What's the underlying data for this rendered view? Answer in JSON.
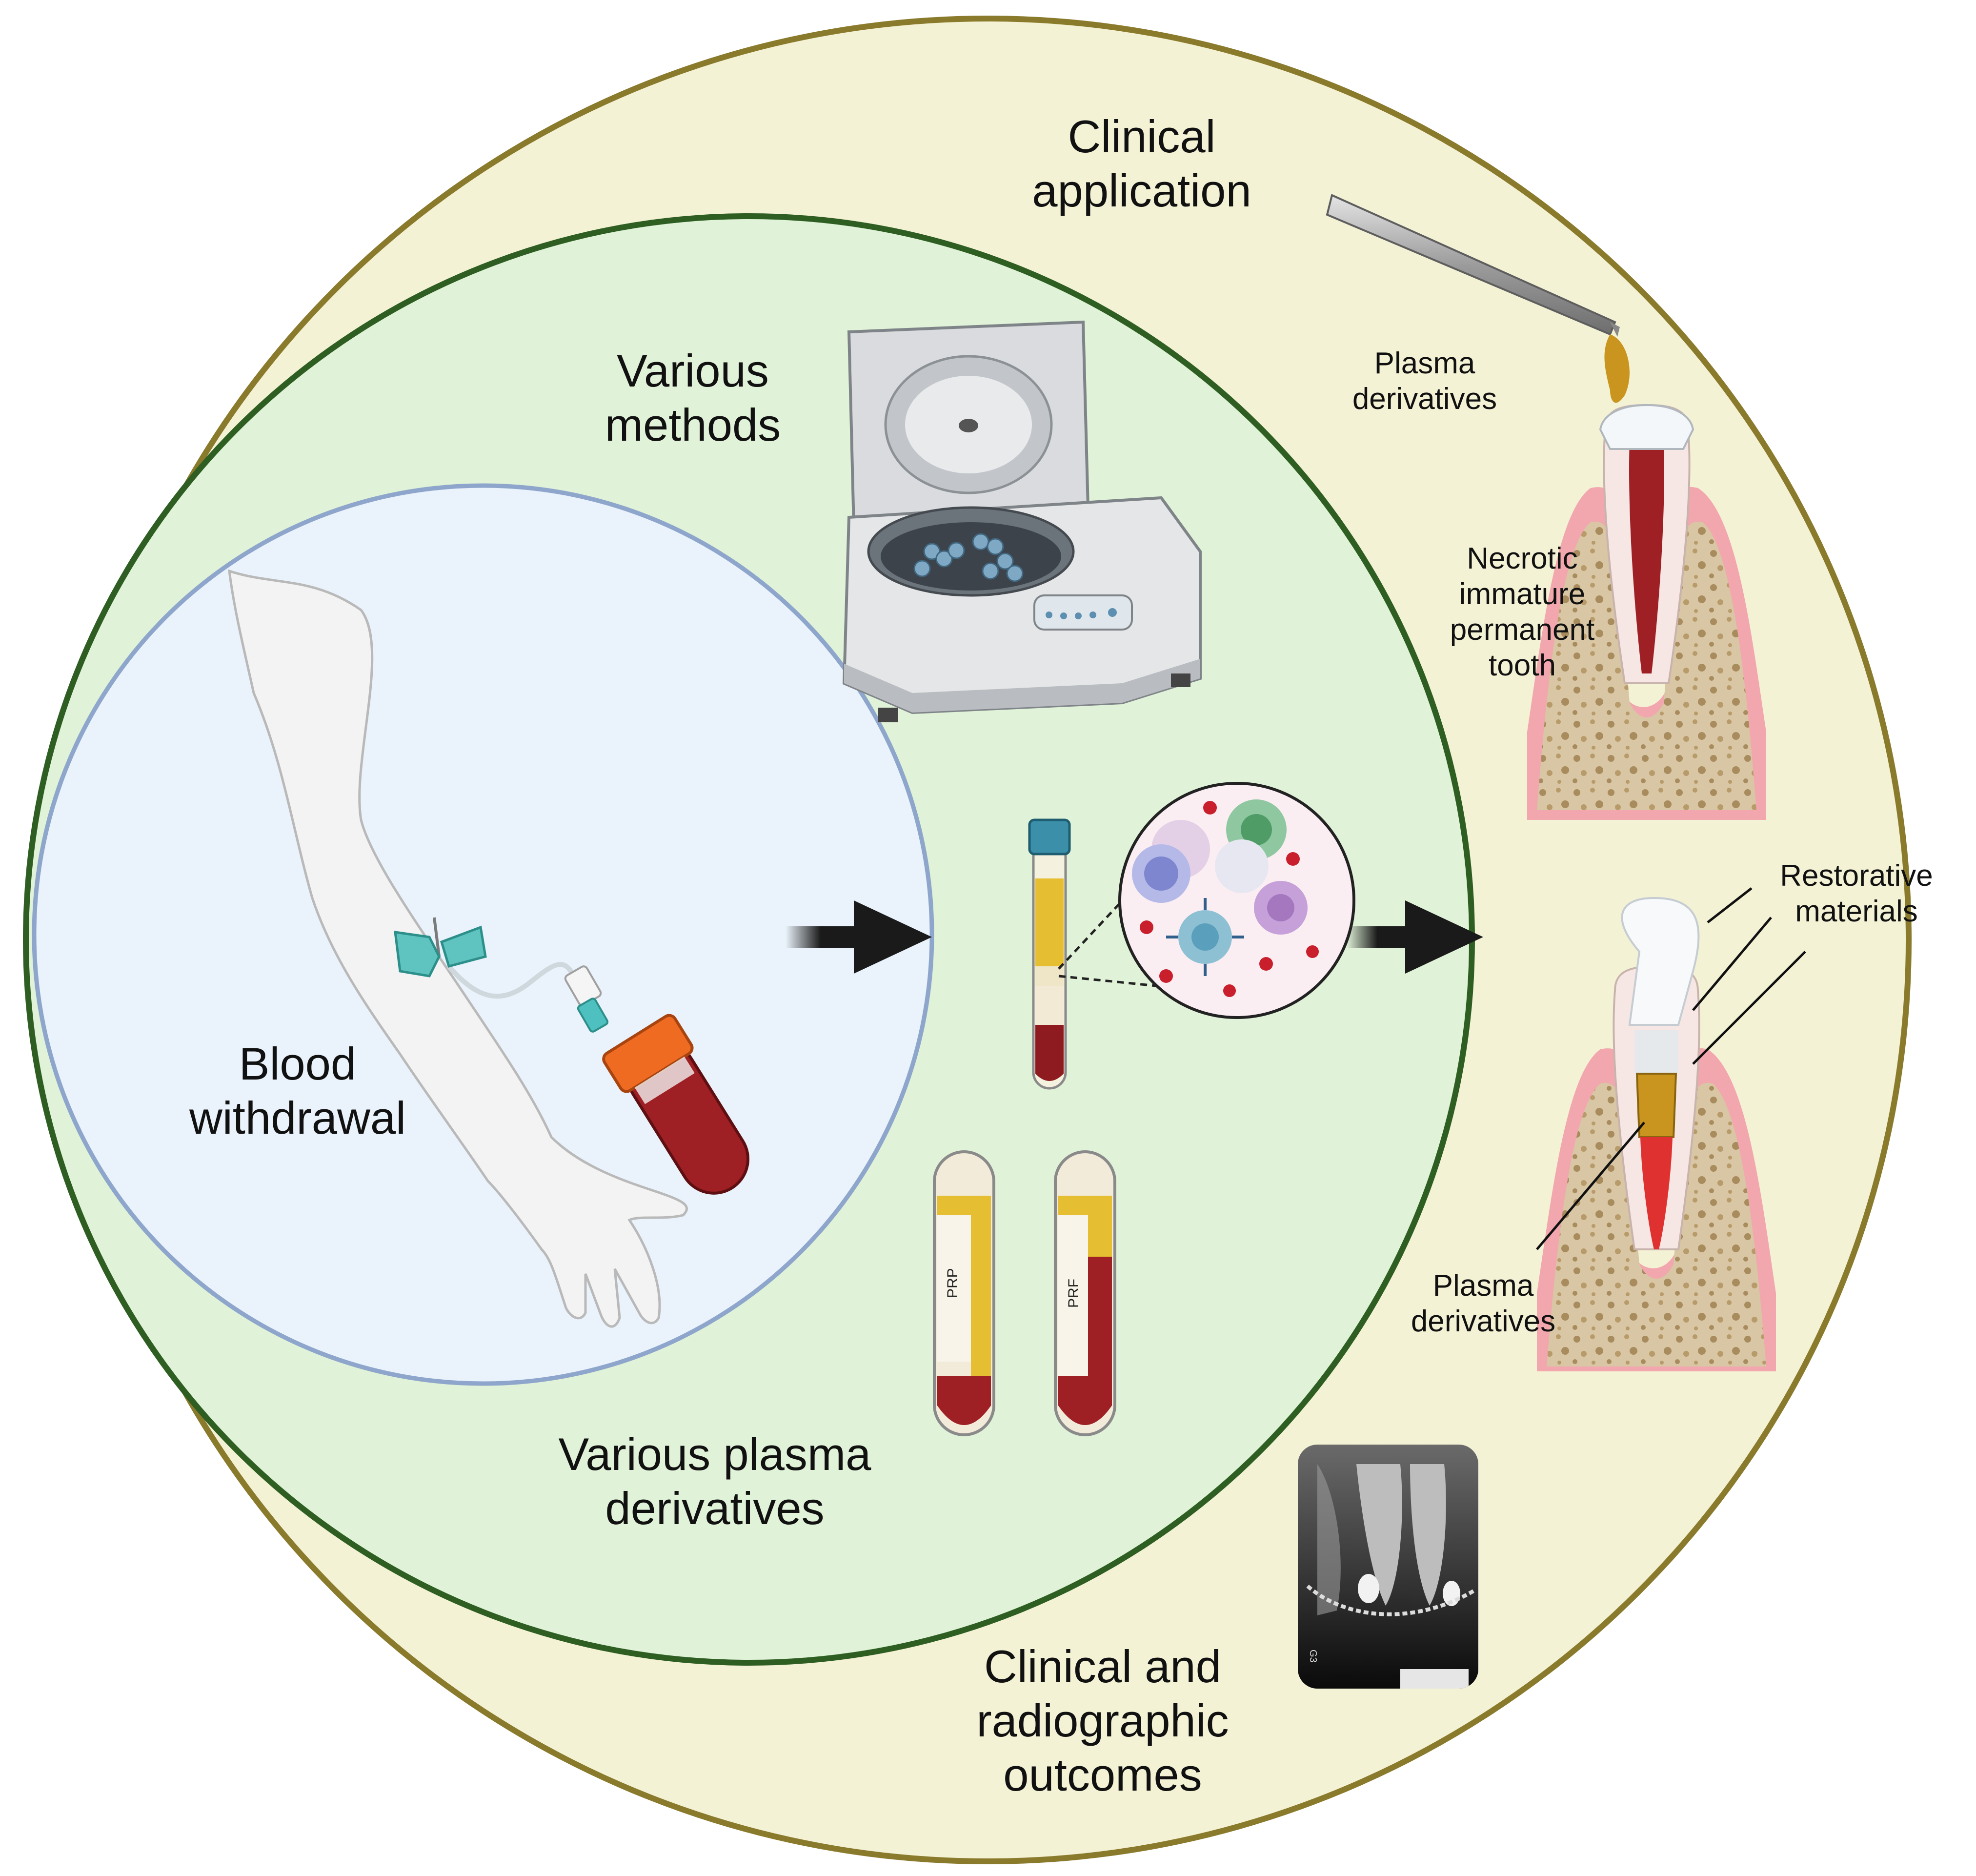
{
  "labels": {
    "clinical_application": [
      "Clinical",
      "application"
    ],
    "various_methods": [
      "Various",
      "methods"
    ],
    "blood_withdrawal": [
      "Blood",
      "withdrawal"
    ],
    "various_plasma_derivatives": [
      "Various plasma",
      "derivatives"
    ],
    "outcomes": [
      "Clinical and",
      "radiographic",
      "outcomes"
    ],
    "plasma_derivatives_top": [
      "Plasma",
      "derivatives"
    ],
    "necrotic_tooth": [
      "Necrotic",
      "immature",
      "permanent",
      "tooth"
    ],
    "restorative_materials": [
      "Restorative",
      "materials"
    ],
    "plasma_derivatives_bottom": [
      "Plasma",
      "derivatives"
    ]
  },
  "tube_labels": {
    "prp": "PRP",
    "prf": "PRF"
  },
  "xray_marker": "G3",
  "colors": {
    "outer_circle_fill": "#f4f2d5",
    "outer_circle_stroke": "#8a7a2c",
    "middle_circle_fill": "#e0f2d8",
    "middle_circle_stroke": "#2e5e22",
    "inner_circle_fill": "#eaf3fb",
    "inner_circle_stroke": "#8fa6cc",
    "blood_red": "#9e1f24",
    "plasma_yellow": "#e6be32",
    "arrow": "#1a1a1a"
  }
}
